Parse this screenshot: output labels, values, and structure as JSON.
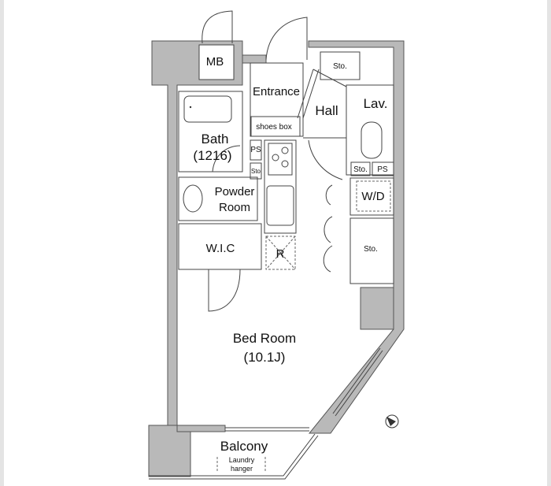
{
  "title": "Floor plan",
  "rooms": {
    "mb": "MB",
    "sto_top": "Sto.",
    "entrance": "Entrance",
    "hall": "Hall",
    "lav": "Lav.",
    "shoes_box": "shoes box",
    "bath": "Bath",
    "bath_size": "(1216)",
    "ps_left": "PS",
    "sto_small": "Sto",
    "powder_1": "Powder",
    "powder_2": "Room",
    "sto_lav": "Sto.",
    "ps_right": "PS",
    "wd": "W/D",
    "wic": "W.I.C",
    "r": "R",
    "sto_right": "Sto.",
    "bedroom": "Bed Room",
    "bedroom_size": "(10.1J)",
    "balcony": "Balcony",
    "laundry_1": "Laundry",
    "laundry_2": "hanger"
  },
  "icons": [
    "compass-north-icon"
  ]
}
